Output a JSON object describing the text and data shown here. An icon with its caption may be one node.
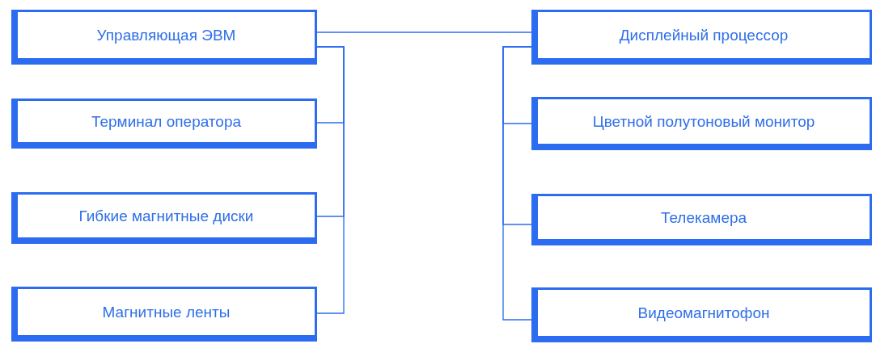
{
  "diagram": {
    "nodes": [
      {
        "text": [
          "Управляющая ЭВМ"
        ]
      },
      {
        "text": [
          "Терминал оператора"
        ]
      },
      {
        "text": [
          "Гибкие магнитные диски"
        ]
      },
      {
        "text": [
          "Магнитные ленты"
        ]
      },
      {
        "text": [
          "Дисплейный процессор"
        ]
      },
      {
        "text": [
          "Цветной полутоновый монитор"
        ]
      },
      {
        "text": [
          "Телекамера"
        ]
      },
      {
        "text": [
          "Видеомагнитофон"
        ]
      }
    ],
    "edges": [
      {
        "from": 0,
        "to": 4,
        "arrow": "none"
      },
      {
        "from": 1,
        "to": 0,
        "arrow": "none"
      },
      {
        "from": 2,
        "to": 0,
        "arrow": "none"
      },
      {
        "from": 3,
        "to": 0,
        "arrow": "none"
      },
      {
        "from": 4,
        "to": 5,
        "arrow": "none"
      },
      {
        "from": 4,
        "to": 6,
        "arrow": "none"
      },
      {
        "from": 4,
        "to": 7,
        "arrow": "none"
      }
    ]
  }
}
